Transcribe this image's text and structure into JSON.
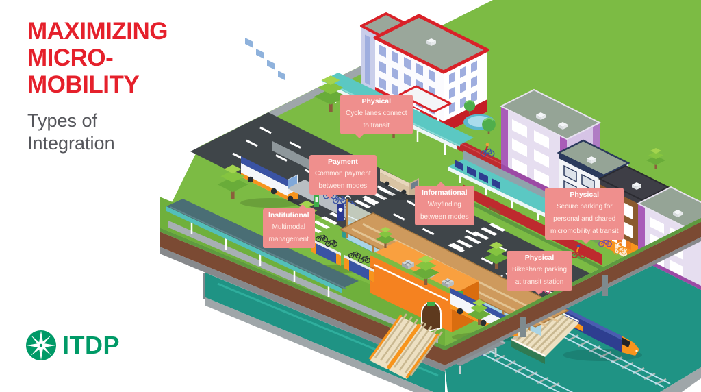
{
  "header": {
    "title": "MAXIMIZING\nMICRO-\nMOBILITY",
    "subtitle": "Types of\nIntegration"
  },
  "logo": {
    "text": "ITDP",
    "icon": "itdp-compass-star-icon"
  },
  "callouts": [
    {
      "category": "Physical",
      "text": "Cycle lanes connect\nto transit"
    },
    {
      "category": "Payment",
      "text": "Common payment\nbetween modes"
    },
    {
      "category": "Informational",
      "text": "Wayfinding\nbetween modes"
    },
    {
      "category": "Institutional",
      "text": "Multimodal\nmanagement"
    },
    {
      "category": "Physical",
      "text": "Secure parking for\npersonal and shared\nmicromobility at transit"
    },
    {
      "category": "Physical",
      "text": "Bikeshare parking\nat transit station"
    }
  ],
  "palette": {
    "accent_red": "#E5202B",
    "subtitle_gray": "#55565B",
    "callout_pink": "#EF8F8D",
    "itdp_green": "#009A67",
    "grass_green": "#7CBB44",
    "road_gray": "#3F4549",
    "bike_lane_red": "#BE2A2E",
    "canopy_teal": "#5BC8C3",
    "lower_level_teal": "#1F9384",
    "transit_orange": "#F7941D",
    "transit_blue": "#2E3E90"
  }
}
